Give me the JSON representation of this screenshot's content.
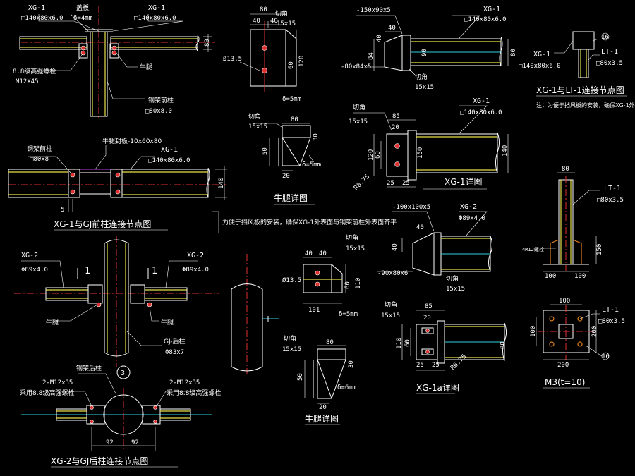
{
  "labels": {
    "xg1": "XG-1",
    "xg1_tl": "XG-1",
    "xg1_tr": "XG-1",
    "sec_140_80_6": "□140x80x6.0",
    "gaiban": "盖板",
    "delta4": "δ=4mm",
    "bolt_grade_8_8": "8.8级高强螺栓",
    "m12x45": "M12X45",
    "niutui": "牛腿",
    "gangjia_qianzhu": "钢架前柱",
    "sec_80_8": "□80x8.0",
    "gangjia_qianzhu2": "钢架前柱",
    "sec_80x8": "□80x8",
    "niutui_fengban": "牛腿封板-10x60x80",
    "dim_80": "80",
    "dim_140": "140",
    "dim_5": "5",
    "title_xg1_gj_front": "XG-1与GJ前柱连接节点图",
    "note_xg1_gj": "为便于挡风板的安装，确保XG-1外表面与钢架前柱外表面齐平",
    "xg2": "XG-2",
    "sec_89x4": "Φ89x4.0",
    "gj_houzhu": "GJ-后柱",
    "sec_83x7": "Φ83x7",
    "sec_mark_1": "1",
    "callout_3": "3",
    "gangjia_houzhu": "钢架后柱",
    "bolt_2m12x35": "2-M12x35",
    "bolt_8_8_use": "采用8.8级高强螺栓",
    "dim_92": "92",
    "title_xg2_gj_rear": "XG-2与GJ后柱连接节点图",
    "dim_40": "40",
    "qiejiao": "切角",
    "dim_15x15": "15x15",
    "dim_phi13_5": "Ø13.5",
    "dim_60": "60",
    "dim_120": "120",
    "delta5": "δ=5mm",
    "delta6": "δ=6mm",
    "dim_50": "50",
    "dim_20": "20",
    "title_niutui_detail": "牛腿详图",
    "dim_110": "110",
    "dim_101": "101",
    "dim_30": "30",
    "sec_150x90x5": "-150x90x5",
    "sec_80x84x5": "-80x84x5",
    "dim_84": "84",
    "dim_90": "90",
    "sec_140x80x6_0": "□140x80x6.0",
    "dim_85": "85",
    "dim_150": "150",
    "dim_r6_75": "R6.75",
    "dim_25": "25",
    "title_xg1_detail": "XG-1详图",
    "sec_100x100x5": "-100x100x5",
    "sec_90x80x6": "-90x80x6",
    "sec_phi89": "Φ89x4.0",
    "title_xg1a_detail": "XG-1a详图",
    "dim_r6_75b": "R6.75",
    "lt1": "LT-1",
    "sec_80x3_5": "□80x3.5",
    "callout_16": "16",
    "title_xg1_lt1": "XG-1与LT-1连接节点图",
    "note_lt1": "注：为便于挡风板的安装，确保XG-1外表面与LT-1外表面齐平。",
    "m12_bolt": "4M12螺栓",
    "dim_100": "100",
    "dim_200": "200",
    "title_m3": "M3(t=10)"
  }
}
